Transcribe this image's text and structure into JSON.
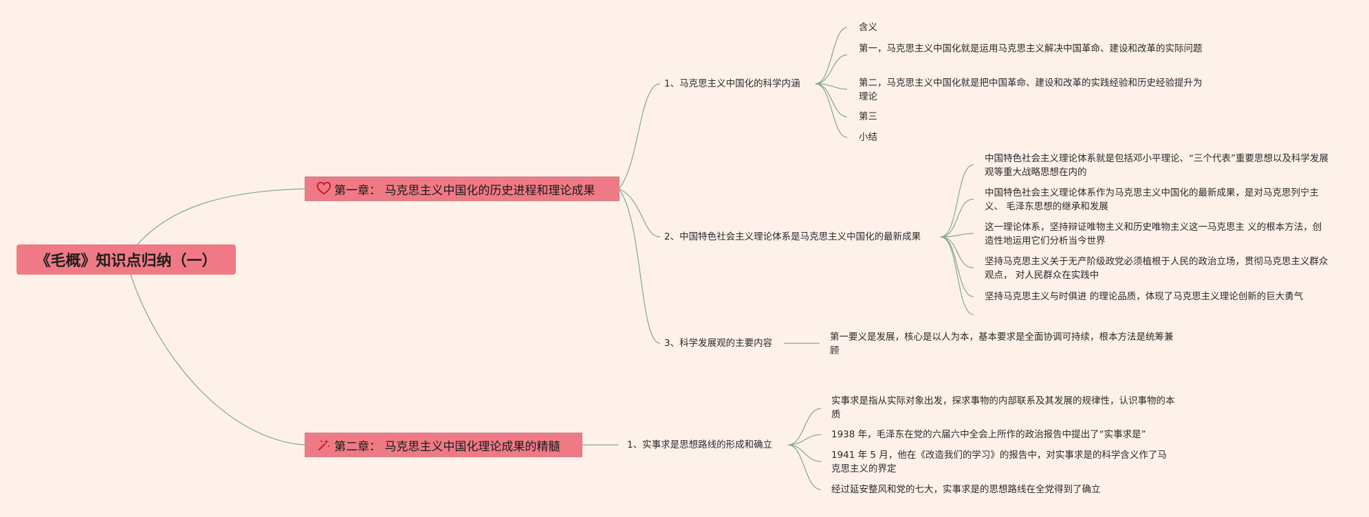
{
  "root": {
    "title": "《毛概》知识点归纳（一）"
  },
  "chapters": [
    {
      "icon": "heart-icon",
      "label": "第一章： 马克思主义中国化的历史进程和理论成果",
      "topics": [
        {
          "label": "1、马克思主义中国化的科学内涵",
          "leaves": [
            "含义",
            "第一，马克思主义中国化就是运用马克思主义解决中国革命、建设和改革的实际问题",
            "第二，马克思主义中国化就是把中国革命、建设和改革的实践经验和历史经验提升为理论",
            "第三",
            "小结"
          ]
        },
        {
          "label": "2、中国特色社会主义理论体系是马克思主义中国化的最新成果",
          "leaves": [
            "中国特色社会主义理论体系就是包括邓小平理论、“三个代表”重要思想以及科学发展 观等重大战略思想在内的",
            "中国特色社会主义理论体系作为马克思主义中国化的最新成果，是对马克思列宁主义、 毛泽东思想的继承和发展",
            "这一理论体系，坚持辩证唯物主义和历史唯物主义这一马克思主 义的根本方法，创造性地运用它们分析当今世界",
            "坚持马克思主义关于无产阶级政党必须植根于人民的政治立场，贯彻马克思主义群众观点， 对人民群众在实践中",
            "坚持马克思主义与时俱进 的理论品质，体现了马克思主义理论创新的巨大勇气",
            ""
          ]
        },
        {
          "label": "3、科学发展观的主要内容",
          "leaves": [
            "第一要义是发展，核心是以人为本，基本要求是全面协调可持续，根本方法是统筹兼顾"
          ]
        }
      ]
    },
    {
      "icon": "magic-wand-icon",
      "label": "第二章： 马克思主义中国化理论成果的精髓",
      "topics": [
        {
          "label": "1、实事求是思想路线的形成和确立",
          "leaves": [
            "实事求是指从实际对象出发，探求事物的内部联系及其发展的规律性，认识事物的本质",
            "1938 年，毛泽东在党的六届六中全会上所作的政治报告中提出了“实事求是”",
            "1941 年 5 月，他在《改造我们的学习》的报告中，对实事求是的科学含义作了马克思主义的界定",
            "经过延安整风和党的七大，实事求是的思想路线在全党得到了确立"
          ]
        }
      ]
    }
  ]
}
